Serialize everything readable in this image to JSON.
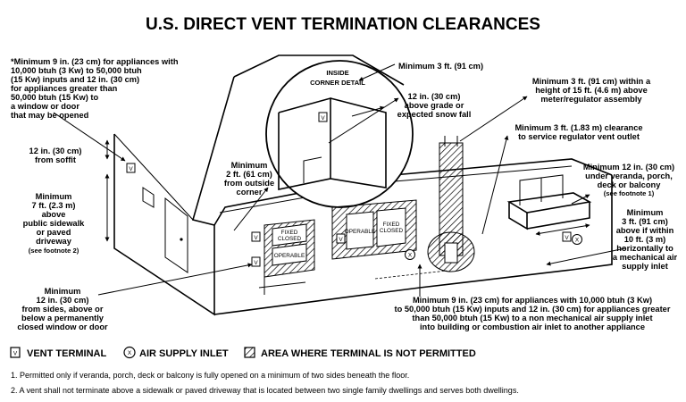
{
  "title": "U.S. DIRECT VENT TERMINATION CLEARANCES",
  "callouts": {
    "window_door": [
      "*Minimum 9 in. (23 cm) for appliances with",
      "10,000 btuh (3 Kw) to 50,000 btuh",
      "(15 Kw) inputs and 12 in. (30 cm)",
      "for appliances greater than",
      "50,000 btuh (15 Kw) to",
      "a window or door",
      "that may be opened"
    ],
    "soffit": [
      "12 in. (30 cm)",
      "from soffit"
    ],
    "sidewalk": [
      "Minimum",
      "7 ft. (2.3 m)",
      "above",
      "public sidewalk",
      "or paved",
      "driveway"
    ],
    "sidewalk_note": "(see footnote 2)",
    "sides": [
      "Minimum",
      "12 in. (30 cm)",
      "from sides, above or",
      "below a permanently",
      "closed window or door"
    ],
    "inside_corner_detail": [
      "INSIDE",
      "CORNER DETAIL"
    ],
    "inside_corner_min": "Minimum 3 ft. (91 cm)",
    "grade": [
      "12 in. (30 cm)",
      "above grade or",
      "expected snow fall"
    ],
    "outside_corner": [
      "Minimum",
      "2 ft. (61 cm)",
      "from outside",
      "corner"
    ],
    "meter": [
      "Minimum 3 ft. (91 cm) within a",
      "height of 15 ft. (4.6 m) above",
      "meter/regulator assembly"
    ],
    "regulator": [
      "Minimum 3 ft. (1.83 m) clearance",
      "to service regulator vent outlet"
    ],
    "veranda": [
      "Minimum 12 in. (30 cm)",
      "under veranda, porch,",
      "deck or balcony"
    ],
    "veranda_note": "(see footnote 1)",
    "mech_air": [
      "Minimum",
      "3 ft. (91 cm)",
      "above if within",
      "10 ft. (3 m)",
      "horizontally to",
      "a mechanical air",
      "supply inlet"
    ],
    "non_mech": [
      "Minimum 9 in. (23 cm) for appliances with 10,000 btuh (3 Kw)",
      "to 50,000 btuh (15 Kw) inputs and 12 in. (30 cm) for appliances greater",
      "than 50,000 btuh (15 Kw) to a non mechanical air supply inlet",
      "into building or combustion air inlet to another appliance"
    ]
  },
  "window_labels": {
    "fixed_closed": [
      "FIXED",
      "CLOSED"
    ],
    "operable": "OPERABLE"
  },
  "symbols": {
    "vent": "V",
    "air": "X"
  },
  "legend": {
    "vent_terminal": "VENT TERMINAL",
    "air_supply": "AIR SUPPLY INLET",
    "not_permitted": "AREA WHERE TERMINAL IS NOT PERMITTED"
  },
  "footnotes": [
    "1. Permitted only if veranda, porch, deck or balcony is fully opened on a minimum of two sides beneath the floor.",
    "2. A vent shall not terminate above a sidewalk or paved driveway that is located between two single family dwellings and serves both dwellings."
  ]
}
